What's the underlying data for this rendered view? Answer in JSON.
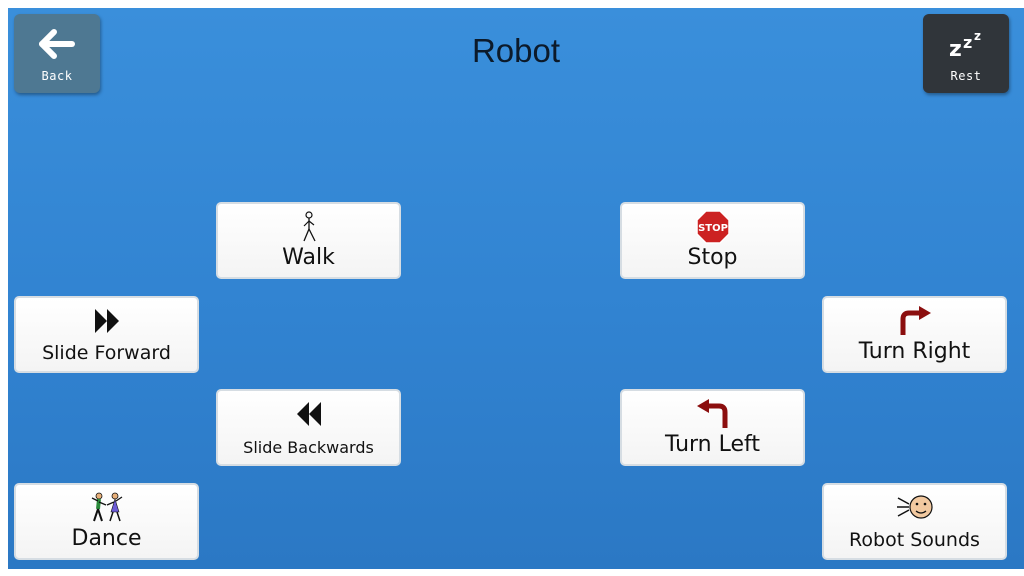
{
  "page": {
    "title": "Robot"
  },
  "header": {
    "back_label": "Back",
    "rest_label": "Rest",
    "rest_glyph": "zzz"
  },
  "tiles": {
    "walk": {
      "label": "Walk",
      "icon": "walking-person-icon"
    },
    "stop": {
      "label": "Stop",
      "icon": "stop-sign-icon",
      "sign_text": "STOP"
    },
    "slide_forward": {
      "label": "Slide Forward",
      "icon": "fast-forward-icon"
    },
    "turn_right": {
      "label": "Turn Right",
      "icon": "turn-right-arrow-icon"
    },
    "slide_backwards": {
      "label": "Slide Backwards",
      "icon": "rewind-icon"
    },
    "turn_left": {
      "label": "Turn Left",
      "icon": "turn-left-arrow-icon"
    },
    "dance": {
      "label": "Dance",
      "icon": "dancing-people-icon"
    },
    "robot_sounds": {
      "label": "Robot Sounds",
      "icon": "speaking-face-icon"
    }
  },
  "colors": {
    "background": "#3183d1",
    "back_button": "#4e7892",
    "rest_button": "#30353a",
    "arrow_red": "#8b0e0e",
    "stop_red": "#cc2222"
  }
}
